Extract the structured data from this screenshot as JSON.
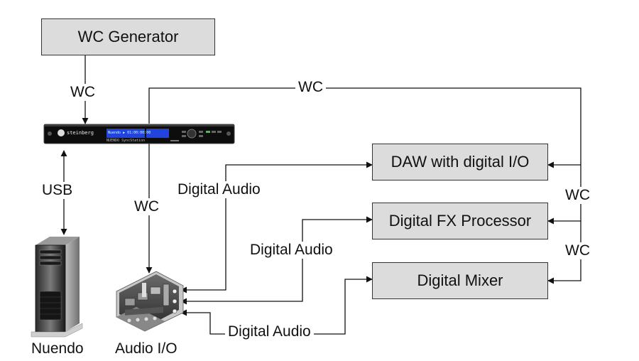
{
  "boxes": {
    "wc_generator": "WC Generator",
    "daw": "DAW with digital I/O",
    "fx": "Digital FX Processor",
    "mixer": "Digital Mixer"
  },
  "labels": {
    "wc_gen_link": "WC",
    "wc_top": "WC",
    "wc_to_audio": "WC",
    "usb": "USB",
    "digital_audio_daw": "Digital Audio",
    "digital_audio_fx": "Digital Audio",
    "digital_audio_mixer": "Digital Audio",
    "wc_right_1": "WC",
    "wc_right_2": "WC"
  },
  "devices": {
    "sync_brand": "steinberg",
    "sync_model": "NUENDO SyncStation",
    "sync_display": "Nuendo ▶ 01:00:00:00",
    "computer": "Nuendo",
    "audio_io": "Audio I/O"
  },
  "colors": {
    "box_fill": "#dcdcdc",
    "line": "#111111",
    "display": "#2244dd"
  }
}
